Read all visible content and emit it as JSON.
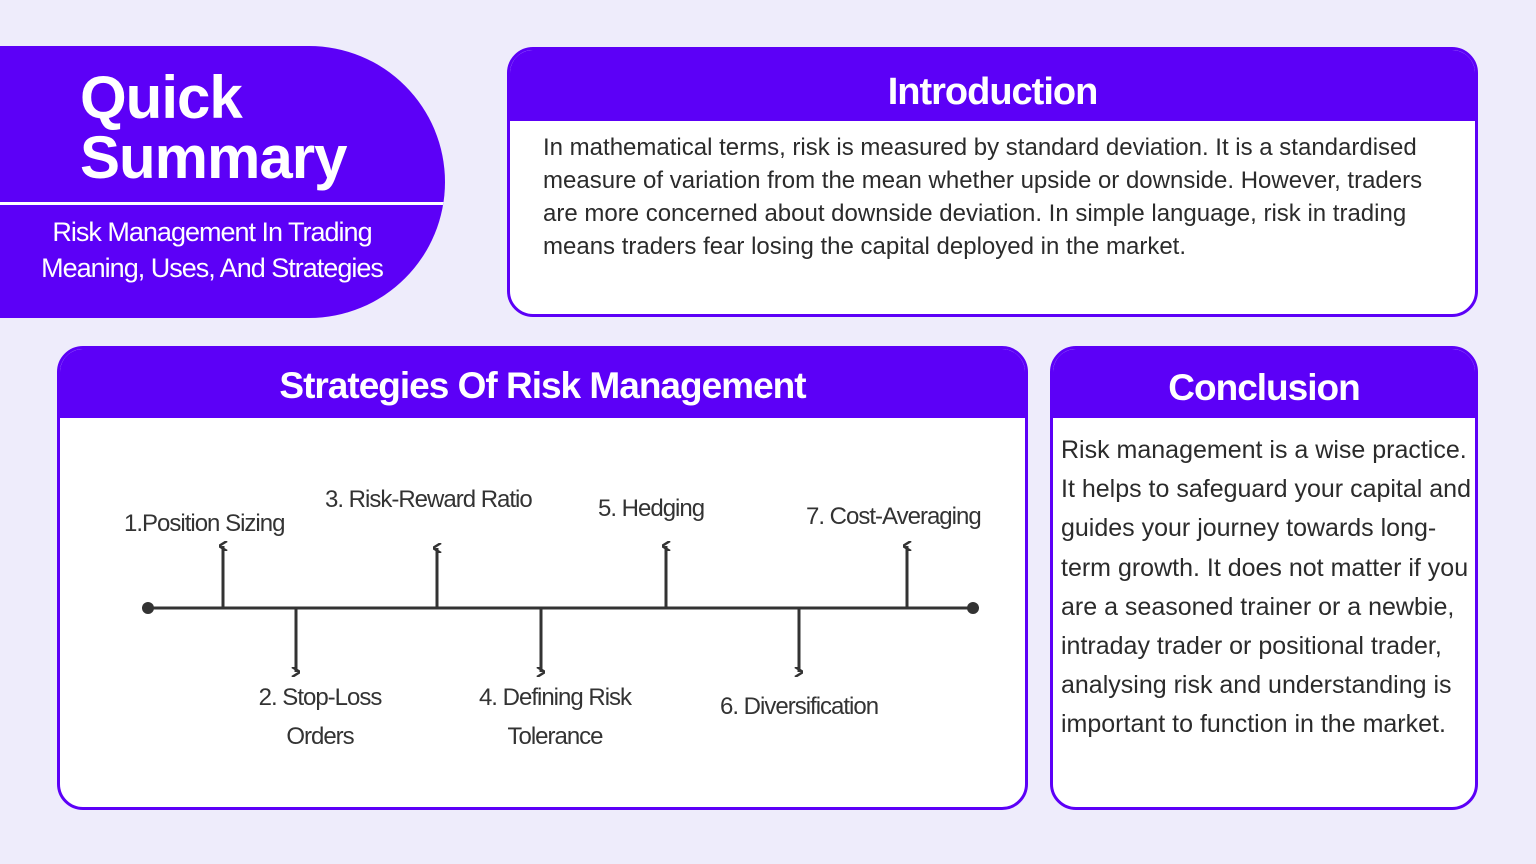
{
  "summary": {
    "title_line1": "Quick",
    "title_line2": "Summary",
    "subtitle_line1": "Risk Management In Trading",
    "subtitle_line2": "Meaning, Uses, And Strategies"
  },
  "introduction": {
    "heading": "Introduction",
    "body": "In mathematical terms, risk is measured by standard deviation. It is a standardised measure of variation from the mean whether upside or downside. However, traders are more concerned about downside deviation. In simple language, risk in trading means traders fear losing the capital deployed in the market."
  },
  "strategies": {
    "heading": "Strategies Of Risk Management",
    "items": [
      {
        "label": "1.Position Sizing"
      },
      {
        "label": "2. Stop-Loss Orders"
      },
      {
        "label": "3. Risk-Reward Ratio"
      },
      {
        "label": "4. Defining Risk Tolerance"
      },
      {
        "label": "5. Hedging"
      },
      {
        "label": "6. Diversification"
      },
      {
        "label": "7. Cost-Averaging"
      }
    ]
  },
  "conclusion": {
    "heading": "Conclusion",
    "body": "Risk management is a wise practice. It helps to safeguard your capital and guides your journey towards long-term growth. It does not matter if you are a seasoned trainer or a newbie, intraday trader or positional trader, analysing risk and understanding is important to function in the market."
  },
  "colors": {
    "accent": "#5c00f7",
    "background": "#eeecfb",
    "timeline": "#333333"
  }
}
